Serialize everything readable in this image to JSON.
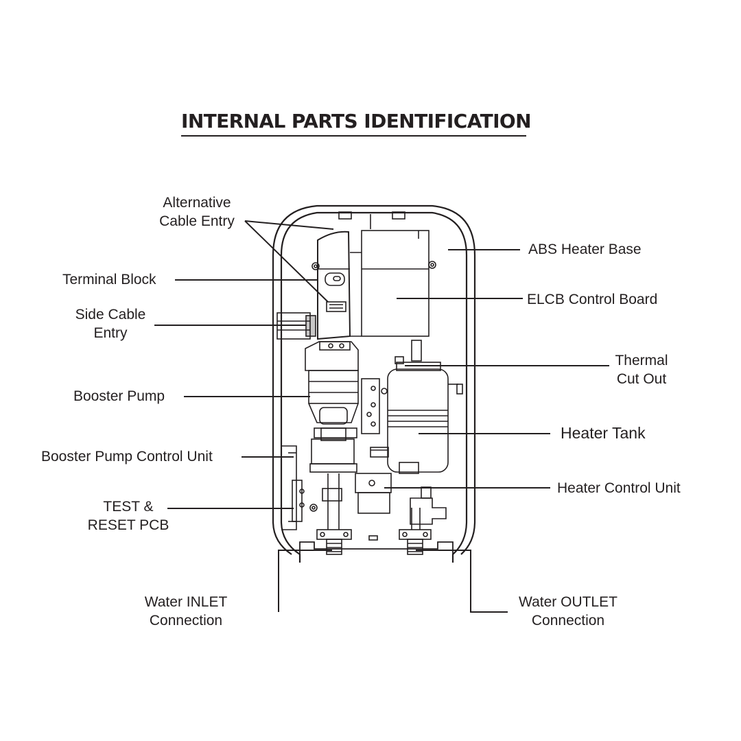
{
  "title": "INTERNAL PARTS IDENTIFICATION",
  "labels": {
    "alternative_cable_entry": "Alternative\nCable Entry",
    "terminal_block": "Terminal Block",
    "side_cable_entry": "Side Cable\nEntry",
    "booster_pump": "Booster  Pump",
    "booster_pump_control_unit": "Booster  Pump Control Unit",
    "test_reset_pcb": "TEST &\nRESET PCB",
    "water_inlet": "Water INLET\nConnection",
    "abs_heater_base": "ABS Heater Base",
    "elcb_control_board": "ELCB Control Board",
    "thermal_cut_out": "Thermal\nCut Out",
    "heater_tank": "Heater Tank",
    "heater_control_unit": "Heater Control Unit",
    "water_outlet": "Water OUTLET\nConnection"
  }
}
